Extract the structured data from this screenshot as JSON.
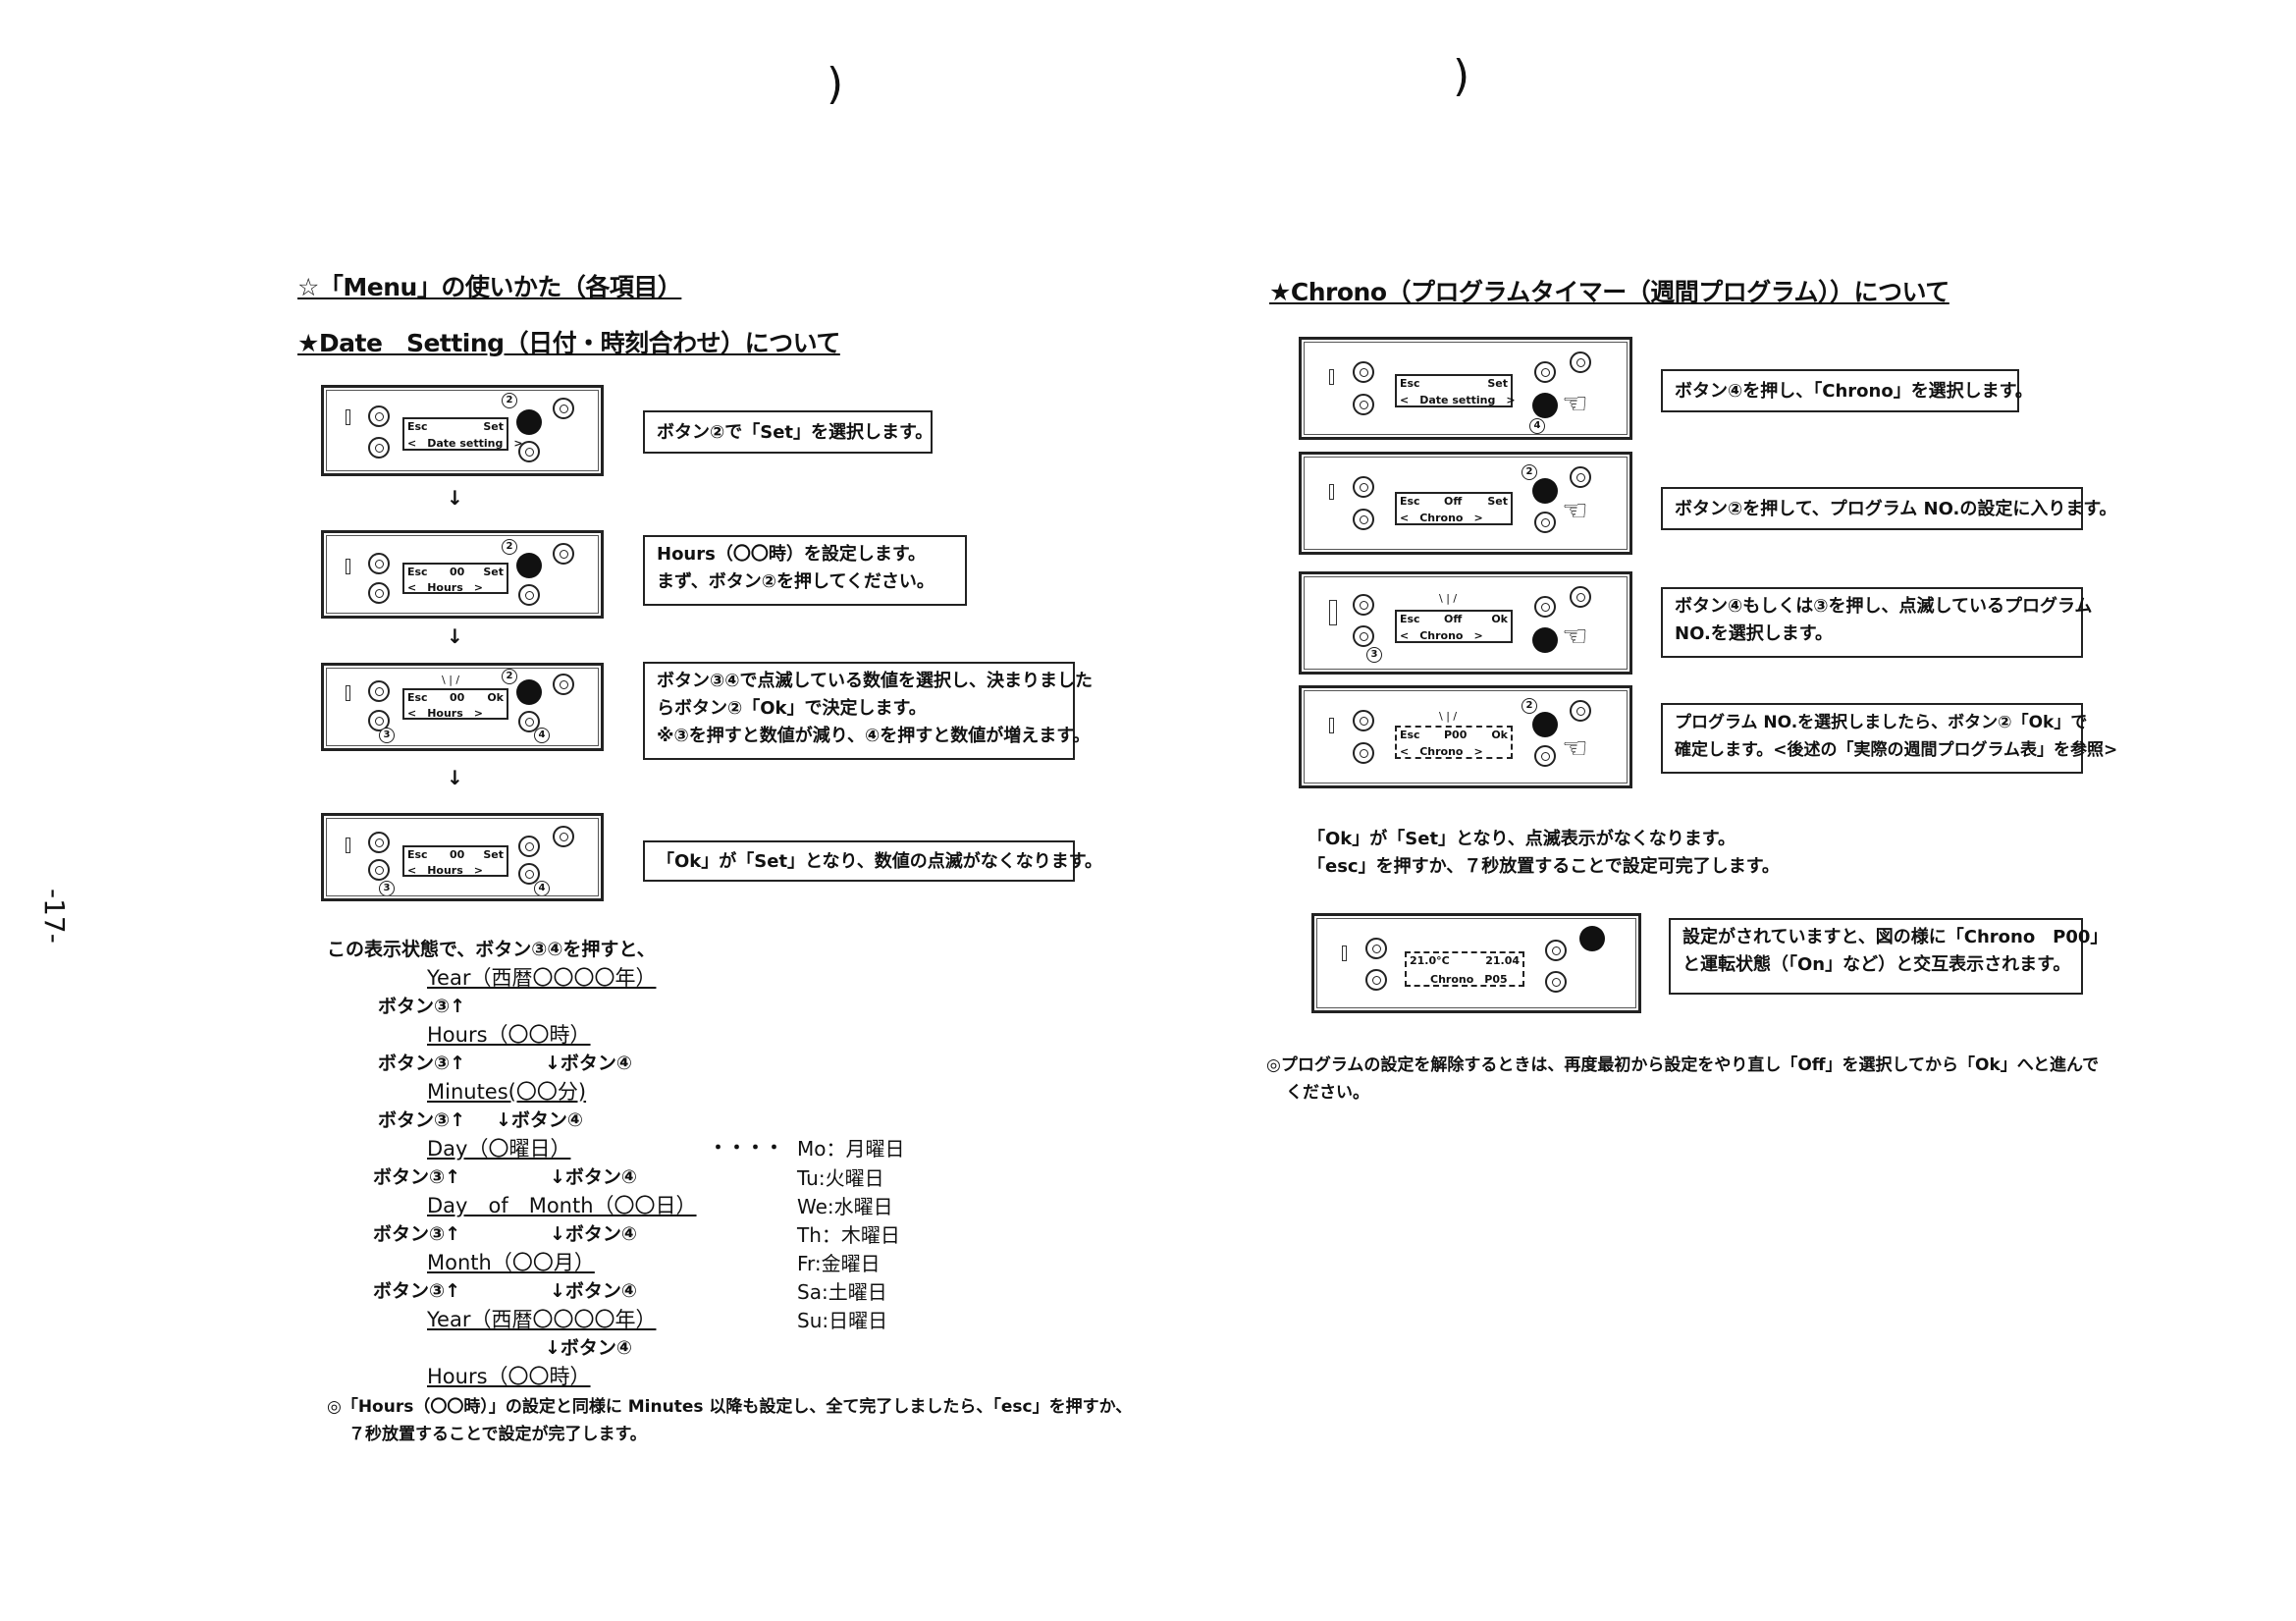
{
  "page_number": "-17-",
  "left": {
    "heading_menu": "☆「Menu」の使いかた（各項目）",
    "heading_date": "★Date　Setting（日付・時刻合わせ）について",
    "steps": [
      {
        "lcd_tl": "Esc",
        "lcd_tm": "",
        "lcd_tr": "Set",
        "lcd_bottom": "<　Date setting　>",
        "text": "ボタン②で「Set」を選択します。"
      },
      {
        "lcd_tl": "Esc",
        "lcd_tm": "00",
        "lcd_tr": "Set",
        "lcd_bottom": "<　Hours　>",
        "text": "Hours（〇〇時）を設定します。\nまず、ボタン②を押してください。"
      },
      {
        "lcd_tl": "Esc",
        "lcd_tm": "00",
        "lcd_tr": "Ok",
        "lcd_bottom": "<　Hours　>",
        "text": "ボタン③④で点滅している数値を選択し、決まりました\nらボタン②「Ok」で決定します。\n※③を押すと数値が減り、④を押すと数値が増えます。"
      },
      {
        "lcd_tl": "Esc",
        "lcd_tm": "00",
        "lcd_tr": "Set",
        "lcd_bottom": "<　Hours　>",
        "text": "「Ok」が「Set」となり、数値の点滅がなくなります。"
      }
    ],
    "sequence_intro": "この表示状態で、ボタン③④を押すと、",
    "sequence": {
      "year1": "Year（西暦〇〇〇〇年）",
      "btn3_up": "ボタン③↑",
      "btn4_down": "↓ボタン④",
      "hours1": "Hours（〇〇時）",
      "minutes": "Minutes(〇〇分)",
      "day": "Day（〇曜日）",
      "dots": "・・・・",
      "dom": "Day　of　Month（〇〇日）",
      "month": "Month（〇〇月）",
      "year2": "Year（西暦〇〇〇〇年）",
      "hours2": "Hours（〇〇時）"
    },
    "weekdays": [
      "Mo：月曜日",
      "Tu:火曜日",
      "We:水曜日",
      "Th：木曜日",
      "Fr:金曜日",
      "Sa:土曜日",
      "Su:日曜日"
    ],
    "footer_note_1": "◎「Hours（〇〇時）」の設定と同様に Minutes 以降も設定し、全て完了しましたら、「esc」を押すか、",
    "footer_note_2": "７秒放置することで設定が完了します。"
  },
  "right": {
    "heading": "★Chrono（プログラムタイマー（週間プログラム））について",
    "steps": [
      {
        "lcd_tl": "Esc",
        "lcd_tm": "",
        "lcd_tr": "Set",
        "lcd_bottom": "<　Date setting　>",
        "text": "ボタン④を押し、「Chrono」を選択します。"
      },
      {
        "lcd_tl": "Esc",
        "lcd_tm": "Off",
        "lcd_tr": "Set",
        "lcd_bottom": "<　Chrono　>",
        "text": "ボタン②を押して、プログラム NO.の設定に入ります。"
      },
      {
        "lcd_tl": "Esc",
        "lcd_tm": "Off",
        "lcd_tr": "Ok",
        "lcd_bottom": "<　Chrono　>",
        "text": "ボタン④もしくは③を押し、点滅しているプログラム\nNO.を選択します。"
      },
      {
        "lcd_tl": "Esc",
        "lcd_tm": "P00",
        "lcd_tr": "Ok",
        "lcd_bottom": "<　Chrono　>",
        "text": "プログラム NO.を選択しましたら、ボタン②「Ok」で\n確定します。<後述の「実際の週間プログラム表」を参照>"
      }
    ],
    "note_1": "「Ok」が「Set」となり、点滅表示がなくなります。",
    "note_2": "「esc」を押すか、７秒放置することで設定可完了します。",
    "final_lcd_tl": "21.0°C",
    "final_lcd_tr": "21.04",
    "final_lcd_bottom": "Chrono　P05",
    "final_text": "設定がされていますと、図の様に「Chrono　P00」\nと運転状態（「On」など）と交互表示されます。",
    "cancel_note_1": "◎プログラムの設定を解除するときは、再度最初から設定をやり直し「Off」を選択してから「Ok」へと進んで",
    "cancel_note_2": "ください。"
  },
  "button_numbers": {
    "n2": "2",
    "n3": "3",
    "n4": "4"
  }
}
